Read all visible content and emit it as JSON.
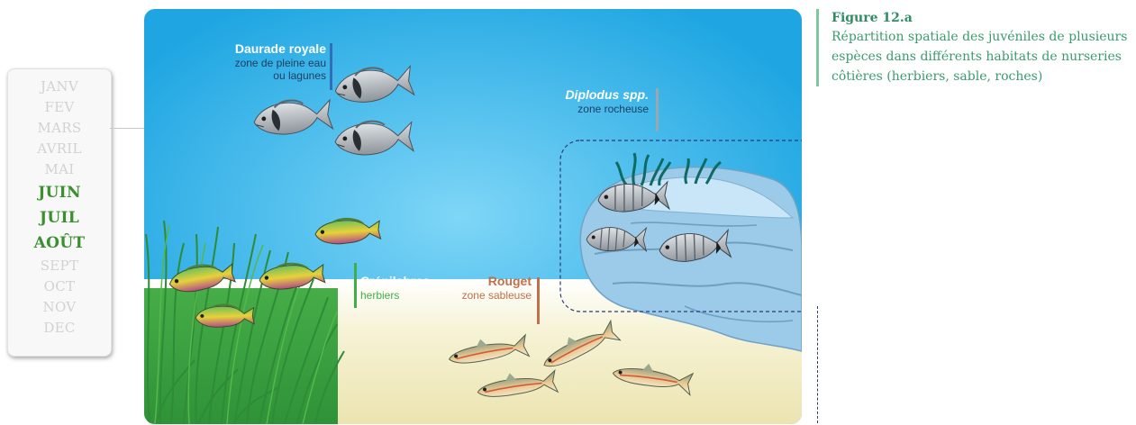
{
  "months": [
    {
      "label": "JANV",
      "active": false
    },
    {
      "label": "FEV",
      "active": false
    },
    {
      "label": "MARS",
      "active": false
    },
    {
      "label": "AVRIL",
      "active": false
    },
    {
      "label": "MAI",
      "active": false
    },
    {
      "label": "JUIN",
      "active": true
    },
    {
      "label": "JUIL",
      "active": true
    },
    {
      "label": "AOÛT",
      "active": true
    },
    {
      "label": "SEPT",
      "active": false
    },
    {
      "label": "OCT",
      "active": false
    },
    {
      "label": "NOV",
      "active": false
    },
    {
      "label": "DEC",
      "active": false
    }
  ],
  "species": {
    "daurade": {
      "name": "Daurade royale",
      "zone_line1": "zone de pleine eau",
      "zone_line2": "ou lagunes",
      "color": "#2e6fb5"
    },
    "diplodus": {
      "name": "Diplodus spp.",
      "zone": "zone rocheuse",
      "color": "#9aa6b0"
    },
    "crenilabres": {
      "name": "Crénilabres",
      "zone": "herbiers",
      "color": "#3fae49"
    },
    "rouget": {
      "name": "Rouget",
      "zone": "zone sableuse",
      "color": "#c0704a"
    }
  },
  "caption": {
    "title": "Figure 12.a",
    "text": "Répartition spatiale des juvéniles de plusieurs espèces dans différents habitats de nurseries côtières (herbiers, sable, roches)"
  },
  "colors": {
    "water_top": "#1fa6e2",
    "water_mid": "#6fd0f5",
    "sand": "#f3efc8",
    "seagrass": "#3fa845",
    "rock": "#a9d4ef",
    "accent": "#2f8d63"
  }
}
